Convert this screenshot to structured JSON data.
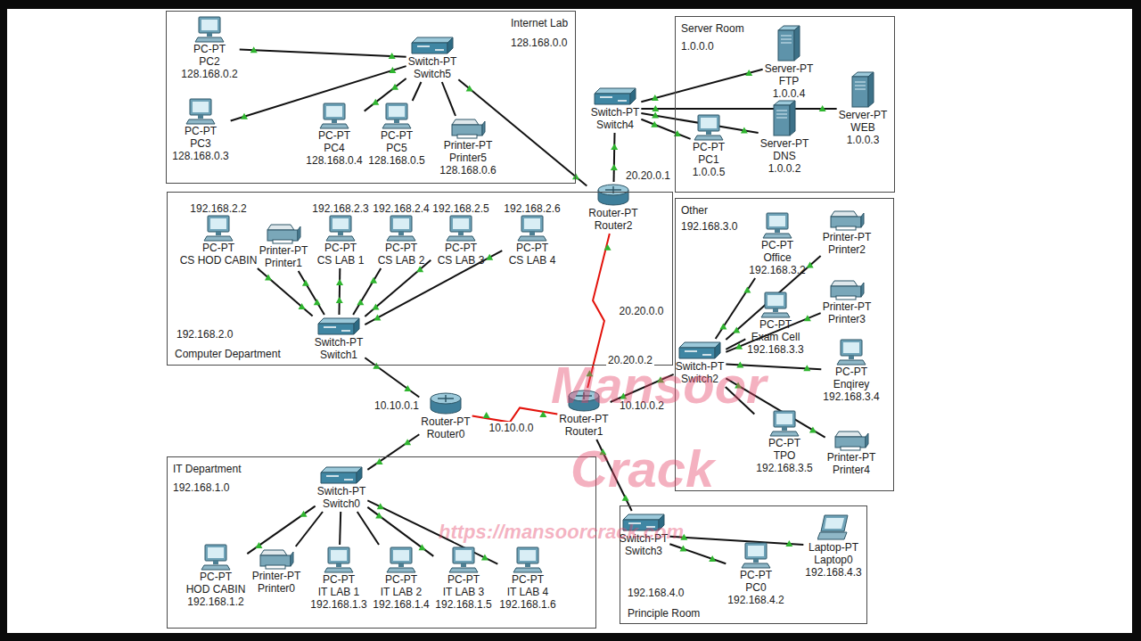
{
  "diagram": {
    "nodes": [
      {
        "text": [
          "Internet Lab",
          "128.168.0.0"
        ]
      },
      {
        "text": [
          "PC-PT",
          "PC2",
          "128.168.0.2"
        ],
        "in": 0
      },
      {
        "text": [
          "Switch-PT",
          "Switch5"
        ],
        "in": 0
      },
      {
        "text": [
          "PC-PT",
          "PC3",
          "128.168.0.3"
        ],
        "in": 0
      },
      {
        "text": [
          "PC-PT",
          "PC4",
          "128.168.0.4"
        ],
        "in": 0
      },
      {
        "text": [
          "PC-PT",
          "PC5",
          "128.168.0.5"
        ],
        "in": 0
      },
      {
        "text": [
          "Printer-PT",
          "Printer5",
          "128.168.0.6"
        ],
        "in": 0
      },
      {
        "text": [
          "Server Room",
          "1.0.0.0"
        ]
      },
      {
        "text": [
          "Server-PT",
          "FTP",
          "1.0.0.4"
        ],
        "in": 7
      },
      {
        "text": [
          "Switch-PT",
          "Switch4"
        ]
      },
      {
        "text": [
          "Server-PT",
          "WEB",
          "1.0.0.3"
        ],
        "in": 7
      },
      {
        "text": [
          "PC-PT",
          "PC1",
          "1.0.0.5"
        ],
        "in": 7
      },
      {
        "text": [
          "Server-PT",
          "DNS",
          "1.0.0.2"
        ],
        "in": 7
      },
      {
        "text": [
          "Router-PT",
          "Router2"
        ]
      },
      {
        "text": [
          "192.168.2.0",
          "Computer Department"
        ]
      },
      {
        "text": [
          "PC-PT",
          "CS HOD CABIN",
          "192.168.2.2"
        ],
        "in": 14
      },
      {
        "text": [
          "Printer-PT",
          "Printer1"
        ],
        "in": 14
      },
      {
        "text": [
          "PC-PT",
          "CS LAB 1",
          "192.168.2.3"
        ],
        "in": 14
      },
      {
        "text": [
          "PC-PT",
          "CS LAB 2",
          "192.168.2.4"
        ],
        "in": 14
      },
      {
        "text": [
          "PC-PT",
          "CS LAB 3",
          "192.168.2.5"
        ],
        "in": 14
      },
      {
        "text": [
          "PC-PT",
          "CS LAB 4",
          "192.168.2.6"
        ],
        "in": 14
      },
      {
        "text": [
          "Switch-PT",
          "Switch1"
        ],
        "in": 14
      },
      {
        "text": [
          "Other",
          "192.168.3.0"
        ]
      },
      {
        "text": [
          "PC-PT",
          "Office",
          "192.168.3.2"
        ],
        "in": 22
      },
      {
        "text": [
          "Printer-PT",
          "Printer2"
        ],
        "in": 22
      },
      {
        "text": [
          "Printer-PT",
          "Printer3"
        ],
        "in": 22
      },
      {
        "text": [
          "PC-PT",
          "Exam Cell",
          "192.168.3.3"
        ],
        "in": 22
      },
      {
        "text": [
          "PC-PT",
          "Enqirey",
          "192.168.3.4"
        ],
        "in": 22
      },
      {
        "text": [
          "Switch-PT",
          "Switch2"
        ],
        "in": 22
      },
      {
        "text": [
          "PC-PT",
          "TPO",
          "192.168.3.5"
        ],
        "in": 22
      },
      {
        "text": [
          "Printer-PT",
          "Printer4"
        ],
        "in": 22
      },
      {
        "text": [
          "Router-PT",
          "Router0"
        ]
      },
      {
        "text": [
          "Router-PT",
          "Router1"
        ]
      },
      {
        "text": [
          "IT Department",
          "192.168.1.0"
        ]
      },
      {
        "text": [
          "Switch-PT",
          "Switch0"
        ],
        "in": 33
      },
      {
        "text": [
          "PC-PT",
          "HOD CABIN",
          "192.168.1.2"
        ],
        "in": 33
      },
      {
        "text": [
          "Printer-PT",
          "Printer0"
        ],
        "in": 33
      },
      {
        "text": [
          "PC-PT",
          "IT LAB 1",
          "192.168.1.3"
        ],
        "in": 33
      },
      {
        "text": [
          "PC-PT",
          "IT LAB 2",
          "192.168.1.4"
        ],
        "in": 33
      },
      {
        "text": [
          "PC-PT",
          "IT LAB 3",
          "192.168.1.5"
        ],
        "in": 33
      },
      {
        "text": [
          "PC-PT",
          "IT LAB 4",
          "192.168.1.6"
        ],
        "in": 33
      },
      {
        "text": [
          "192.168.4.0",
          "Principle Room"
        ]
      },
      {
        "text": [
          "Switch-PT",
          "Switch3"
        ],
        "in": 41
      },
      {
        "text": [
          "PC-PT",
          "PC0",
          "192.168.4.2"
        ],
        "in": 41
      },
      {
        "text": [
          "Laptop-PT",
          "Laptop0",
          "192.168.4.3"
        ],
        "in": 41
      }
    ],
    "edges": [
      {
        "from": 1,
        "to": 2,
        "arrow": "none"
      },
      {
        "from": 3,
        "to": 2,
        "arrow": "none"
      },
      {
        "from": 4,
        "to": 2,
        "arrow": "none"
      },
      {
        "from": 5,
        "to": 2,
        "arrow": "none"
      },
      {
        "from": 6,
        "to": 2,
        "arrow": "none"
      },
      {
        "from": 2,
        "to": 13,
        "arrow": "none"
      },
      {
        "from": 8,
        "to": 9,
        "arrow": "none"
      },
      {
        "from": 10,
        "to": 9,
        "arrow": "none"
      },
      {
        "from": 12,
        "to": 9,
        "arrow": "none"
      },
      {
        "from": 11,
        "to": 9,
        "arrow": "none"
      },
      {
        "from": 9,
        "to": 13,
        "arrow": "none"
      },
      {
        "from": 13,
        "to": 32,
        "label": "20.20.0.0",
        "arrow": "none"
      },
      {
        "from": 15,
        "to": 21,
        "arrow": "none"
      },
      {
        "from": 16,
        "to": 21,
        "arrow": "none"
      },
      {
        "from": 17,
        "to": 21,
        "arrow": "none"
      },
      {
        "from": 18,
        "to": 21,
        "arrow": "none"
      },
      {
        "from": 19,
        "to": 21,
        "arrow": "none"
      },
      {
        "from": 20,
        "to": 21,
        "arrow": "none"
      },
      {
        "from": 21,
        "to": 31,
        "arrow": "none"
      },
      {
        "from": 31,
        "to": 32,
        "label": "10.10.0.0",
        "arrow": "none"
      },
      {
        "from": 31,
        "to": 34,
        "arrow": "none"
      },
      {
        "from": 34,
        "to": 35,
        "arrow": "none"
      },
      {
        "from": 34,
        "to": 36,
        "arrow": "none"
      },
      {
        "from": 34,
        "to": 37,
        "arrow": "none"
      },
      {
        "from": 34,
        "to": 38,
        "arrow": "none"
      },
      {
        "from": 34,
        "to": 39,
        "arrow": "none"
      },
      {
        "from": 34,
        "to": 40,
        "arrow": "none"
      },
      {
        "from": 32,
        "to": 28,
        "arrow": "none"
      },
      {
        "from": 28,
        "to": 23,
        "arrow": "none"
      },
      {
        "from": 28,
        "to": 24,
        "arrow": "none"
      },
      {
        "from": 28,
        "to": 25,
        "arrow": "none"
      },
      {
        "from": 28,
        "to": 26,
        "arrow": "none"
      },
      {
        "from": 28,
        "to": 27,
        "arrow": "none"
      },
      {
        "from": 28,
        "to": 29,
        "arrow": "none"
      },
      {
        "from": 28,
        "to": 30,
        "arrow": "none"
      },
      {
        "from": 32,
        "to": 42,
        "arrow": "none"
      },
      {
        "from": 42,
        "to": 43,
        "arrow": "none"
      },
      {
        "from": 42,
        "to": 44,
        "arrow": "none"
      }
    ],
    "labels": [
      "20.20.0.1",
      "20.20.0.2",
      "10.10.0.1",
      "10.10.0.2",
      "Mansoor",
      "Crack",
      "https://mansoorcrack.com"
    ]
  }
}
